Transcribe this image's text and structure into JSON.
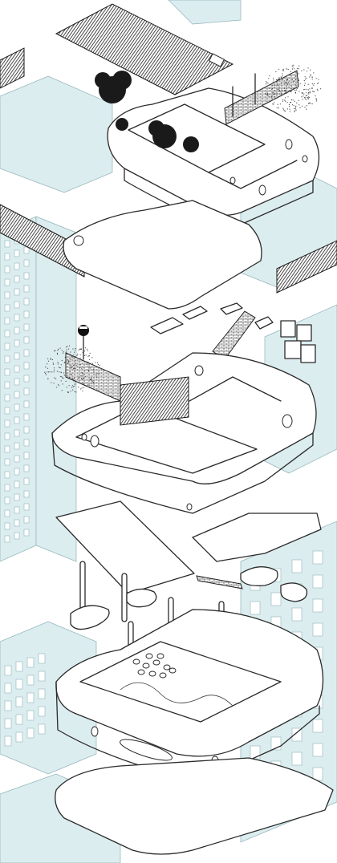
{
  "diagram": {
    "kind": "exploded-axonometric",
    "colors": {
      "background": "#ffffff",
      "context_buildings": "#dcedef",
      "linework": "#2a2a2a",
      "hatch": "#1a1a1a"
    },
    "layers": [
      {
        "name": "roof-level",
        "contents": [
          "solar-canopy",
          "rooftop-trees",
          "brick-screen-wall",
          "sculpted-tub"
        ]
      },
      {
        "name": "floor-slab-upper"
      },
      {
        "name": "middle-level",
        "contents": [
          "stair",
          "benches",
          "crates",
          "brick-screen-wall",
          "sculpted-tub"
        ]
      },
      {
        "name": "floor-slab-middle"
      },
      {
        "name": "lower-level",
        "contents": [
          "columns",
          "canopy-slab",
          "pods",
          "sculpted-tub"
        ]
      },
      {
        "name": "ground-slab"
      }
    ]
  }
}
